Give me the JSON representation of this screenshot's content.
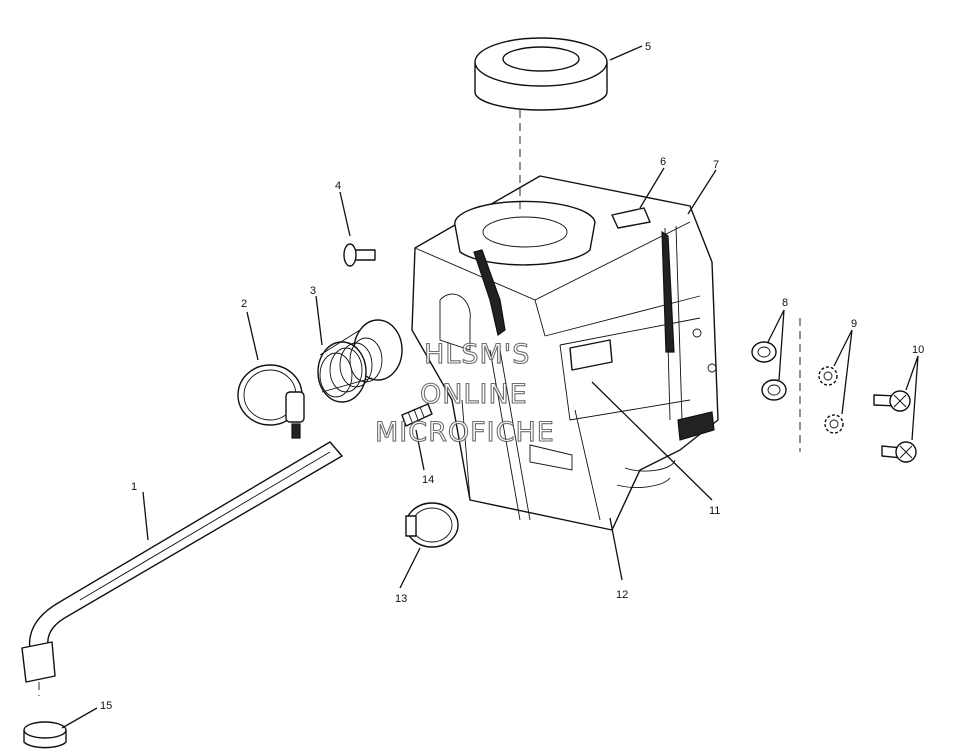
{
  "callouts": {
    "c1": "1",
    "c2": "2",
    "c3": "3",
    "c4": "4",
    "c5": "5",
    "c6": "6",
    "c7": "7",
    "c8": "8",
    "c9": "9",
    "c10": "10",
    "c11": "11",
    "c12": "12",
    "c13": "13",
    "c14": "14",
    "c15": "15"
  },
  "watermark": {
    "line1": "HLSM'S",
    "line2": "ONLINE",
    "line3": "MICROFICHE"
  }
}
